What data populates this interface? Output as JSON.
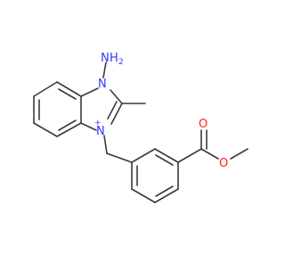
{
  "molecule": {
    "atoms": {
      "amino_n": "N",
      "amino_h": "H",
      "amino_h_count": "2",
      "ring_n1": "N",
      "ring_n3": "N",
      "ring_n3_charge": "+",
      "carbonyl_o": "O",
      "ester_o": "O"
    },
    "colors": {
      "bond": "#3a3a3a",
      "nitrogen": "#3535ff",
      "oxygen": "#ff2020",
      "background": "#ffffff"
    }
  }
}
